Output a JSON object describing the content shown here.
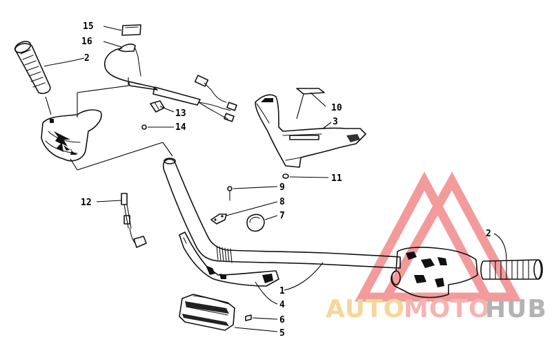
{
  "callouts": [
    {
      "id": "c15",
      "label": "15"
    },
    {
      "id": "c16",
      "label": "16"
    },
    {
      "id": "c2a",
      "label": "2"
    },
    {
      "id": "c13",
      "label": "13"
    },
    {
      "id": "c14",
      "label": "14"
    },
    {
      "id": "c10",
      "label": "10"
    },
    {
      "id": "c3",
      "label": "3"
    },
    {
      "id": "c11",
      "label": "11"
    },
    {
      "id": "c9",
      "label": "9"
    },
    {
      "id": "c8",
      "label": "8"
    },
    {
      "id": "c7",
      "label": "7"
    },
    {
      "id": "c12",
      "label": "12"
    },
    {
      "id": "c2b",
      "label": "2"
    },
    {
      "id": "c1",
      "label": "1"
    },
    {
      "id": "c4",
      "label": "4"
    },
    {
      "id": "c6",
      "label": "6"
    },
    {
      "id": "c5",
      "label": "5"
    }
  ],
  "watermark": {
    "part1": "AUTO",
    "part2": "MOTO",
    "part3": "HUB",
    "color_auto": "#f5c97a",
    "color_moto": "#f29a9a",
    "color_hub": "#9a9a9a",
    "logo_color": "#f07a7a"
  }
}
